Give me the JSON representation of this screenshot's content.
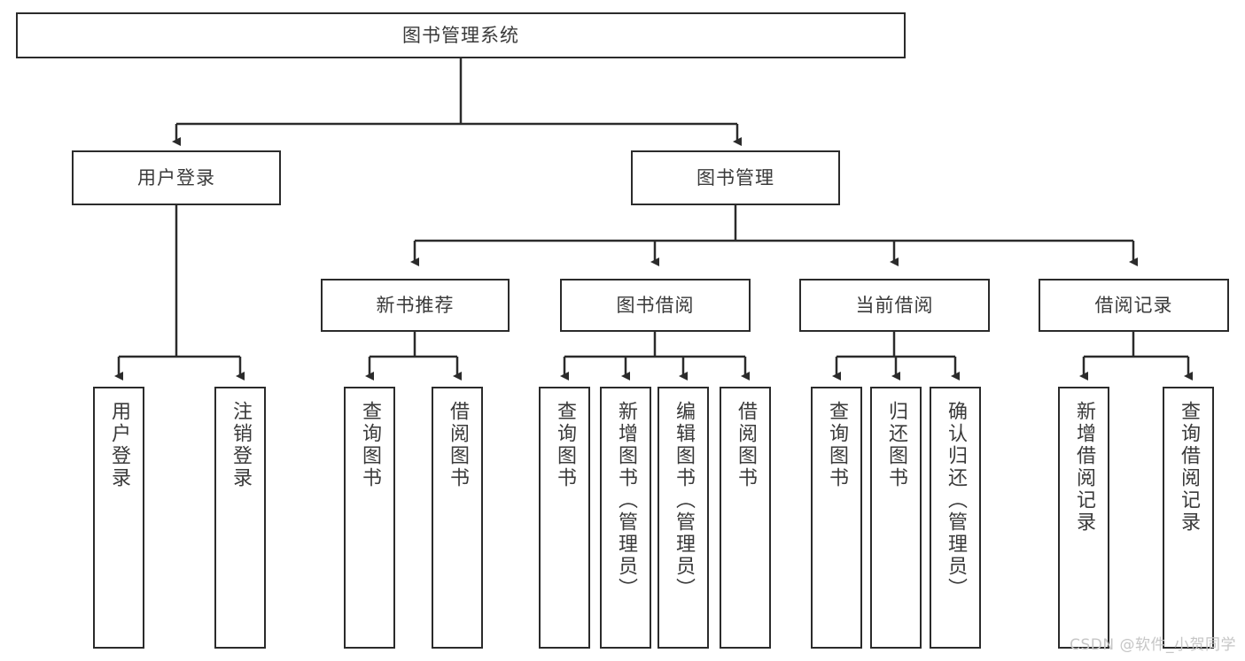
{
  "diagram": {
    "type": "tree",
    "title": "图书管理系统",
    "watermark": "CSDN @软件_小贺同学",
    "colors": {
      "box_border": "#2b2b2b",
      "box_fill": "#ffffff",
      "text": "#3a3a3a",
      "link": "#2b2b2b",
      "watermark": "#c6c6c6"
    },
    "levels": {
      "root": {
        "label": "图书管理系统"
      },
      "level2": [
        {
          "id": "user-login",
          "label": "用户登录"
        },
        {
          "id": "book-manage",
          "label": "图书管理"
        }
      ],
      "level3": [
        {
          "id": "new-book-recommend",
          "label": "新书推荐"
        },
        {
          "id": "book-borrow",
          "label": "图书借阅"
        },
        {
          "id": "current-borrow",
          "label": "当前借阅"
        },
        {
          "id": "borrow-record",
          "label": "借阅记录"
        }
      ],
      "leaves": {
        "user-login": [
          {
            "id": "leaf-user-login",
            "label": "用户登录"
          },
          {
            "id": "leaf-logout-login",
            "label": "注销登录"
          }
        ],
        "new-book-recommend": [
          {
            "id": "leaf-query-book-1",
            "label": "查询图书"
          },
          {
            "id": "leaf-borrow-book-1",
            "label": "借阅图书"
          }
        ],
        "book-borrow": [
          {
            "id": "leaf-query-book-2",
            "label": "查询图书"
          },
          {
            "id": "leaf-add-book",
            "label": "新增图书（管理员）"
          },
          {
            "id": "leaf-edit-book",
            "label": "编辑图书（管理员）"
          },
          {
            "id": "leaf-borrow-book-2",
            "label": "借阅图书"
          }
        ],
        "current-borrow": [
          {
            "id": "leaf-query-book-3",
            "label": "查询图书"
          },
          {
            "id": "leaf-return-book",
            "label": "归还图书"
          },
          {
            "id": "leaf-confirm-return",
            "label": "确认归还（管理员）"
          }
        ],
        "borrow-record": [
          {
            "id": "leaf-add-record",
            "label": "新增借阅记录"
          },
          {
            "id": "leaf-query-record",
            "label": "查询借阅记录"
          }
        ]
      }
    }
  }
}
